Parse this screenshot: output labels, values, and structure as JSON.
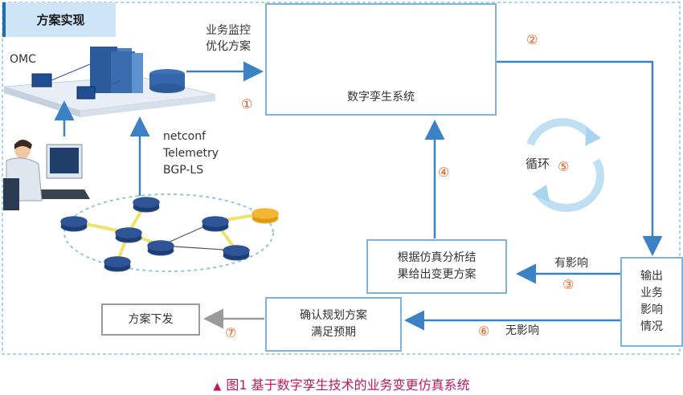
{
  "header": {
    "title": "方案实现"
  },
  "left": {
    "omc_label": "OMC",
    "protocols": [
      "netconf",
      "Telemetry",
      "BGP-LS"
    ]
  },
  "top_arrow_label": [
    "业务监控",
    "优化方案"
  ],
  "twin_label": "数字孪生系统",
  "loop_label": "循环",
  "markers": [
    "①",
    "②",
    "③",
    "④",
    "⑤",
    "⑥",
    "⑦"
  ],
  "boxes": {
    "output": [
      "输出",
      "业务",
      "影响",
      "情况"
    ],
    "simulate": [
      "根据仿真分析结",
      "果给出变更方案"
    ],
    "confirm": [
      "确认规划方案",
      "满足预期"
    ],
    "deliver": "方案下发"
  },
  "edge_labels": {
    "affect": "有影响",
    "no_affect": "无影响"
  },
  "caption": "图1  基于数字孪生技术的业务变更仿真系统",
  "colors": {
    "blue_line": "#3b82c4",
    "orange": "#e85a1c",
    "box_border": "#7fb3dc",
    "dashed": "#89cbd4"
  }
}
